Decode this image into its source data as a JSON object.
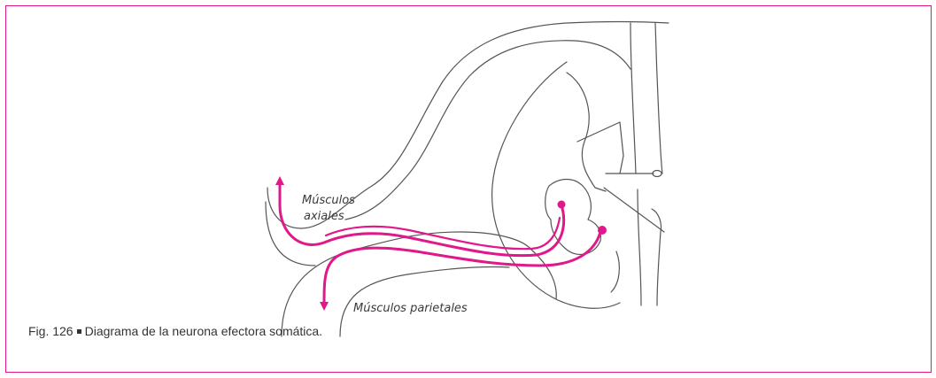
{
  "figure": {
    "labels": {
      "axial_line1": "Músculos",
      "axial_line2": "axiales",
      "parietal": "Músculos parietales"
    },
    "caption": {
      "number": "Fig. 126",
      "text": "Diagrama de la neurona efectora somática."
    },
    "colors": {
      "frame": "#e0188a",
      "pathway": "#e0188a",
      "outline": "#555555"
    }
  }
}
